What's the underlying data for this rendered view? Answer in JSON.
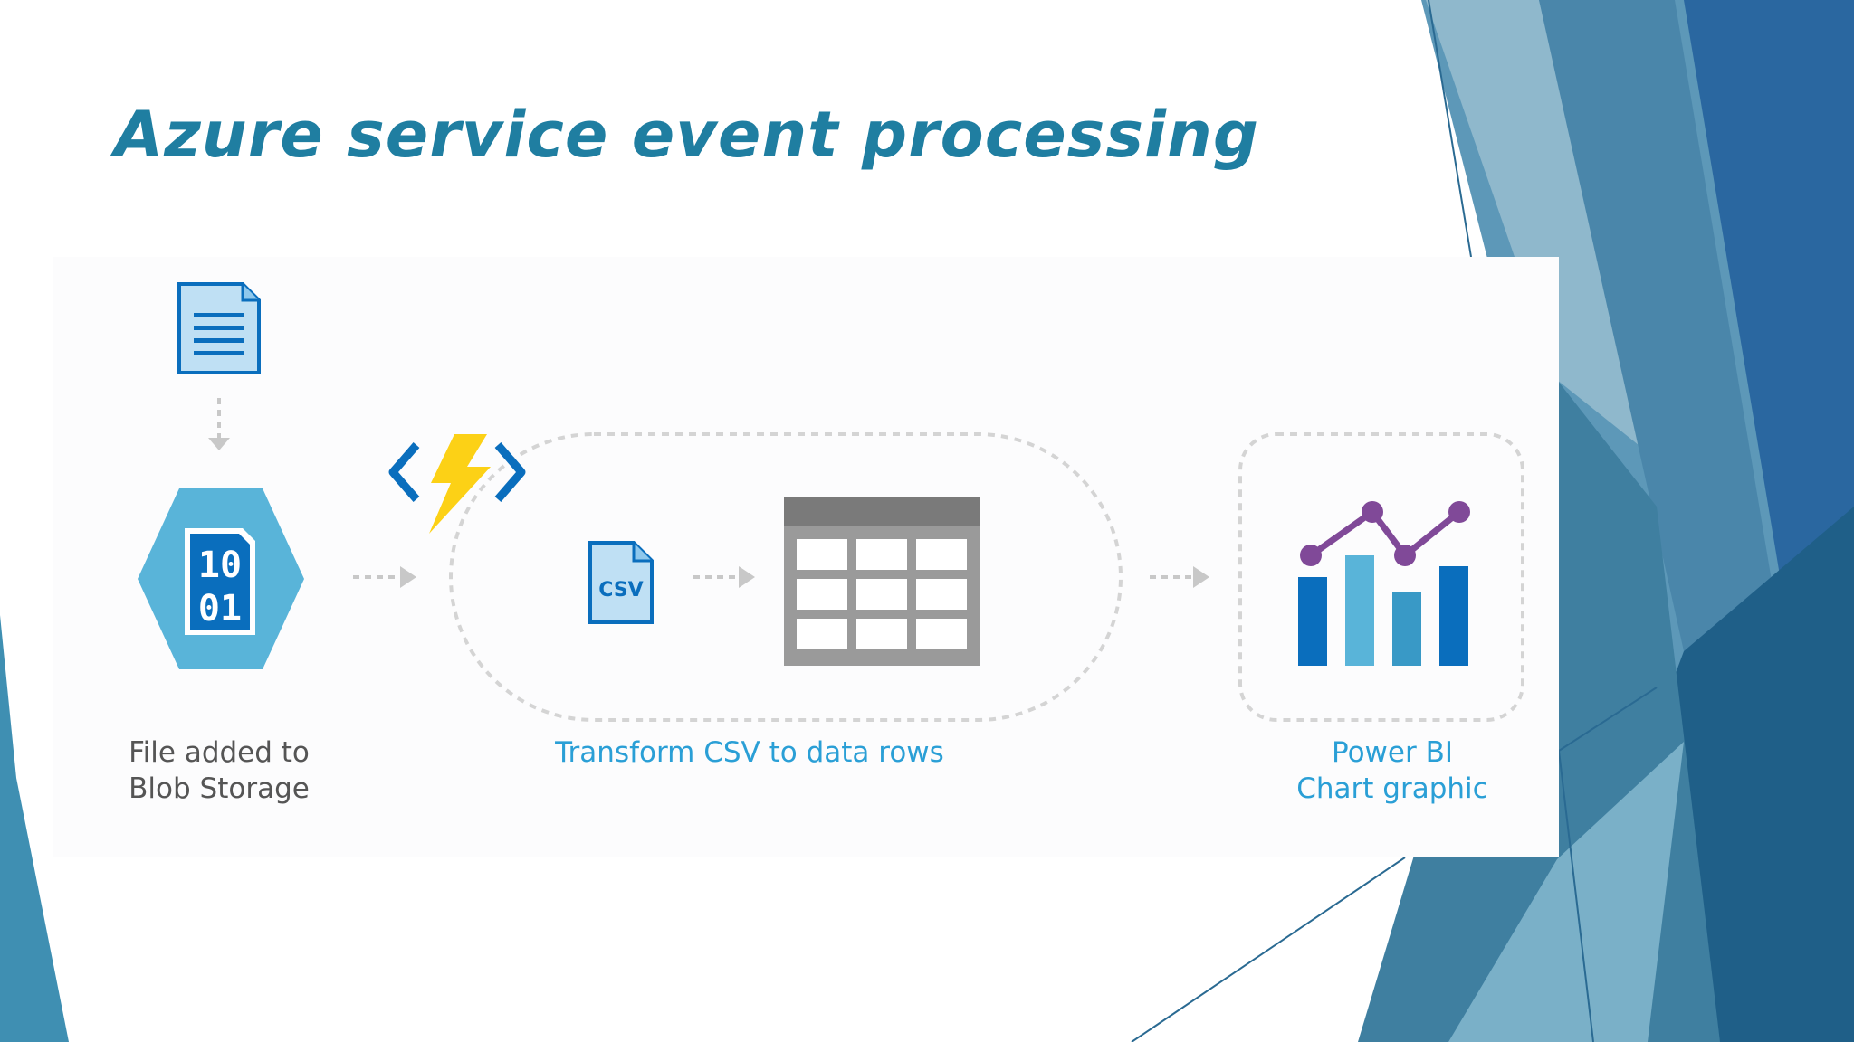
{
  "slide": {
    "title": "Azure service event processing"
  },
  "diagram": {
    "steps": [
      {
        "id": "blob",
        "icon": "blob-storage-icon",
        "line1": "File added to",
        "line2": "Blob Storage"
      },
      {
        "id": "transform",
        "icon": "azure-functions-icon",
        "line1": "Transform CSV to data rows"
      },
      {
        "id": "powerbi",
        "icon": "power-bi-chart-icon",
        "line1": "Power BI",
        "line2": "Chart graphic"
      }
    ],
    "binary_top": "10",
    "binary_bottom": "01",
    "csv_label": "CSV"
  },
  "colors": {
    "title": "#1f7ea1",
    "accent_blue": "#0a6ebd",
    "light_blue": "#59b4d9",
    "bolt_yellow": "#fcd116",
    "purple": "#804998",
    "caption_gray": "#555555",
    "caption_blue": "#2a9fd6"
  }
}
